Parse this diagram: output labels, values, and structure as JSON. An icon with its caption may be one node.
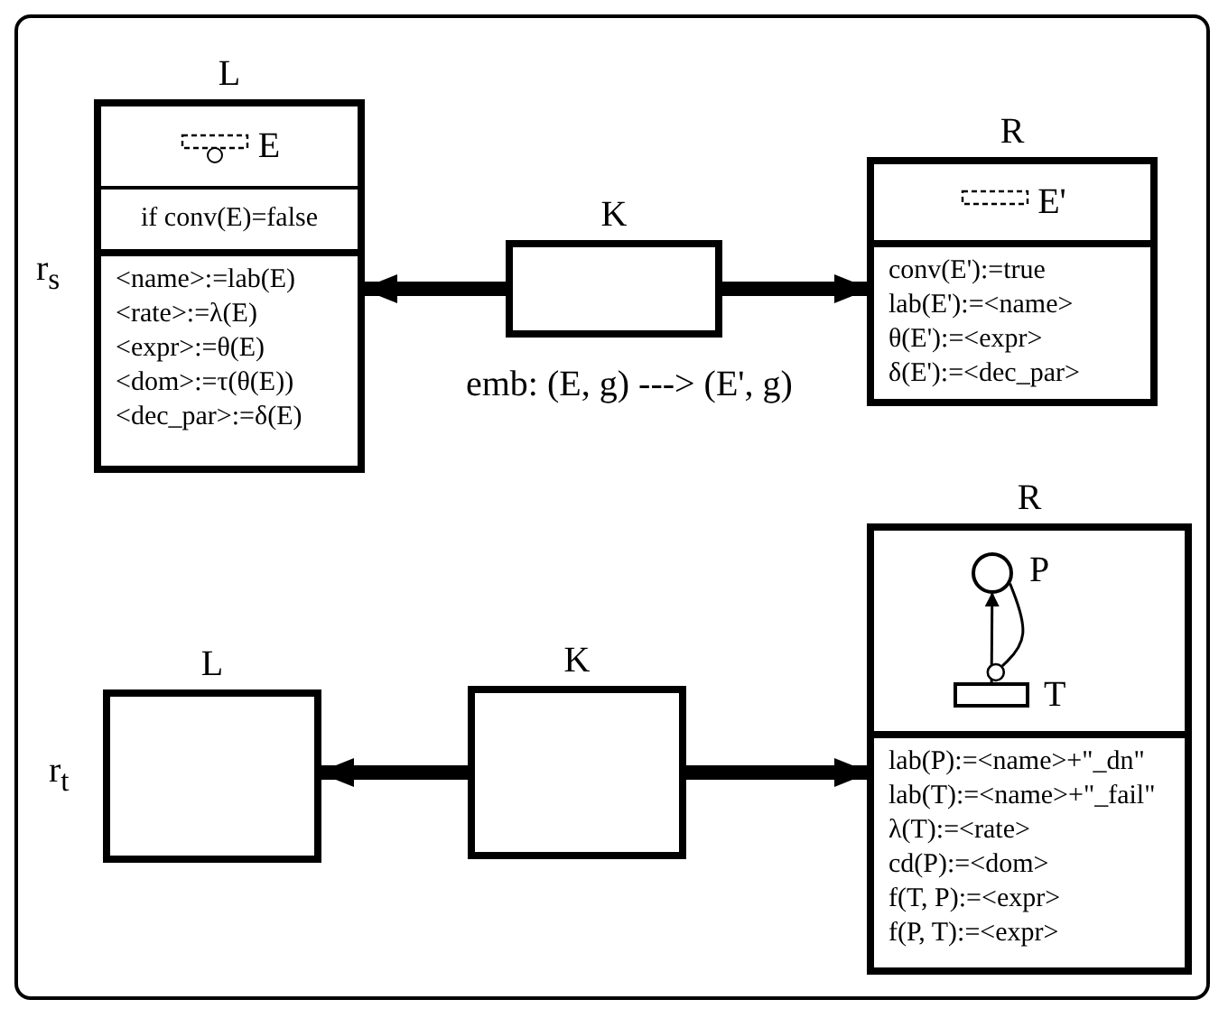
{
  "diagram": {
    "nodes": [
      {
        "text": [
          "L"
        ]
      },
      {
        "text": [
          "E"
        ],
        "in": 0
      },
      {
        "text": [
          "if conv(E)=false"
        ],
        "in": 0
      },
      {
        "text": [
          "<name>:=lab(E)",
          "<rate>:=λ(E)",
          "<expr>:=θ(E)",
          "<dom>:=τ(θ(E))",
          "<dec_par>:=δ(E)"
        ],
        "in": 0
      },
      {
        "text": [
          "K"
        ]
      },
      {
        "text": [
          "R"
        ]
      },
      {
        "text": [
          "E'"
        ],
        "in": 5
      },
      {
        "text": [
          "conv(E'):=true",
          "lab(E'):=<name>",
          "θ(E'):=<expr>",
          "δ(E'):=<dec_par>"
        ],
        "in": 5
      },
      {
        "text": [
          "L"
        ]
      },
      {
        "text": [
          "K"
        ]
      },
      {
        "text": [
          "R"
        ]
      },
      {
        "text": [],
        "shape": "box",
        "in": 10
      },
      {
        "text": [
          "P"
        ],
        "in": 11
      },
      {
        "text": [
          "T"
        ],
        "in": 11
      },
      {
        "text": [
          "lab(P):=<name>+\"_dn\"",
          "lab(T):=<name>+\"_fail\"",
          "λ(T):=<rate>",
          "cd(P):=<dom>",
          "f(T, P):=<expr>",
          "f(P, T):=<expr>"
        ],
        "in": 10
      }
    ],
    "edges": [
      {
        "from": 4,
        "to": 0,
        "arrow": "to"
      },
      {
        "from": 4,
        "to": 5,
        "arrow": "to"
      },
      {
        "from": 9,
        "to": 8,
        "arrow": "to"
      },
      {
        "from": 9,
        "to": 10,
        "arrow": "to"
      },
      {
        "from": 13,
        "to": 12,
        "arrow": "to"
      },
      {
        "from": 12,
        "to": 13,
        "arrow": "other"
      }
    ],
    "labels": [
      "r$_{s}$",
      "emb: (E, g) ---> (E', g)",
      "r$_{t}$"
    ]
  }
}
